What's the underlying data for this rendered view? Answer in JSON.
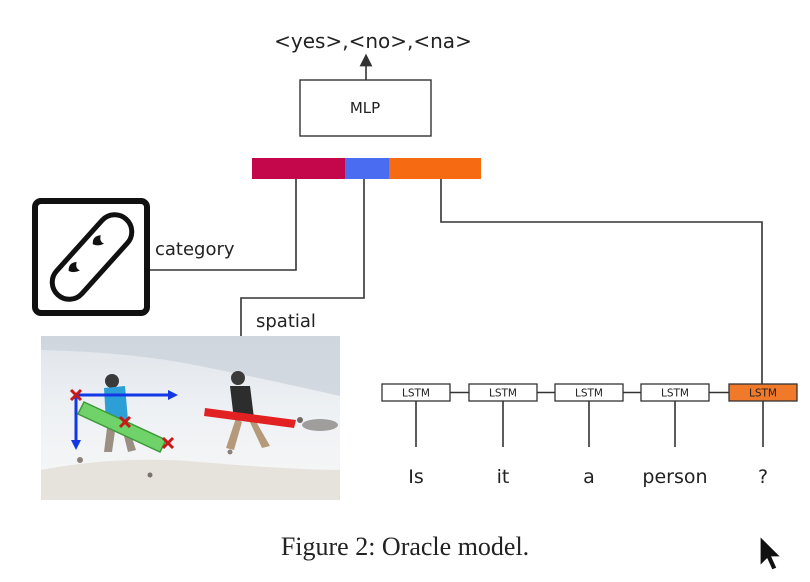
{
  "output_label": "<yes>,<no>,<na>",
  "mlp_label": "MLP",
  "embedding_colors": {
    "category": "#c4064a",
    "spatial": "#4a6cf0",
    "question": "#f66a12"
  },
  "labels": {
    "category": "category",
    "spatial": "spatial"
  },
  "category_icon": "snowboard-icon",
  "lstm": [
    {
      "label": "LSTM",
      "word": "Is",
      "highlight": false
    },
    {
      "label": "LSTM",
      "word": "it",
      "highlight": false
    },
    {
      "label": "LSTM",
      "word": "a",
      "highlight": false
    },
    {
      "label": "LSTM",
      "word": "person",
      "highlight": false
    },
    {
      "label": "LSTM",
      "word": "?",
      "highlight": true
    }
  ],
  "lstm_highlight_color": "#f07a2a",
  "caption": "Figure 2: Oracle model."
}
